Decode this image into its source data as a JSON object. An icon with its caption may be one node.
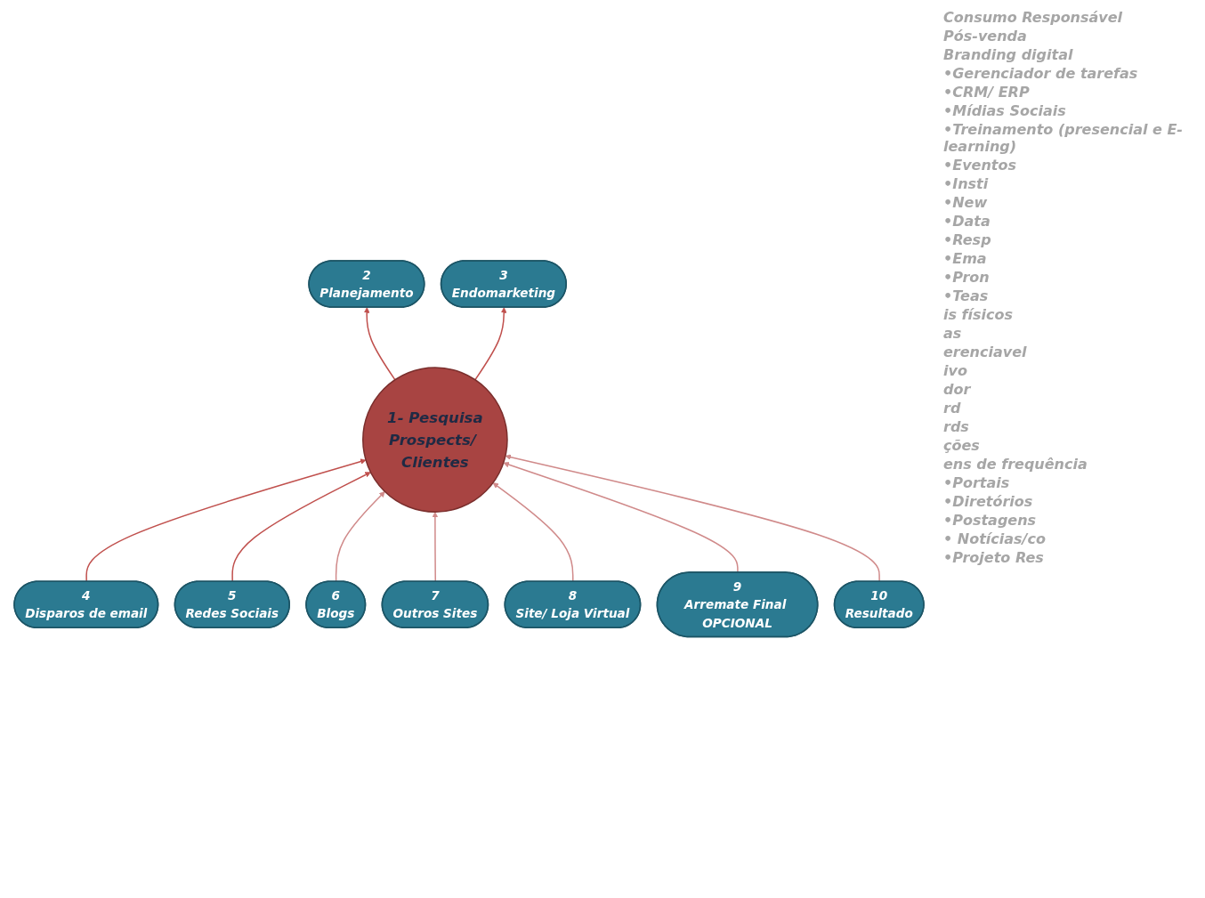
{
  "diagram": {
    "nodes": [
      {
        "text": [
          "1- Pesquisa",
          "Prospects/ Clientes"
        ]
      },
      {
        "text": [
          "2",
          "Planejamento"
        ]
      },
      {
        "text": [
          "3",
          "Endomarketing"
        ]
      },
      {
        "text": [
          "4",
          "Disparos de email"
        ]
      },
      {
        "text": [
          "5",
          "Redes Sociais"
        ]
      },
      {
        "text": [
          "6",
          "Blogs"
        ]
      },
      {
        "text": [
          "7",
          "Outros Sites"
        ]
      },
      {
        "text": [
          "8",
          "Site/ Loja Virtual"
        ]
      },
      {
        "text": [
          "9",
          "Arremate Final OPCIONAL"
        ]
      },
      {
        "text": [
          "10",
          "Resultado"
        ]
      }
    ],
    "edges": [
      {
        "from": 0,
        "to": 1,
        "arrow": "to",
        "color": "#c0504d"
      },
      {
        "from": 0,
        "to": 2,
        "arrow": "to",
        "color": "#c0504d"
      },
      {
        "from": 3,
        "to": 0,
        "arrow": "to",
        "color": "#c0504d"
      },
      {
        "from": 4,
        "to": 0,
        "arrow": "to",
        "color": "#c0504d"
      },
      {
        "from": 5,
        "to": 0,
        "arrow": "to"
      },
      {
        "from": 6,
        "to": 0,
        "arrow": "to"
      },
      {
        "from": 7,
        "to": 0,
        "arrow": "to"
      },
      {
        "from": 8,
        "to": 0,
        "arrow": "to"
      },
      {
        "from": 9,
        "to": 0,
        "arrow": "to"
      }
    ],
    "labels": [
      "Consumo Responsável",
      "Pós-venda",
      "Branding digital",
      "•Gerenciador de tarefas",
      "•CRM/ ERP",
      "•Mídias Sociais",
      "•Treinamento (presencial e E-learning)",
      "•Eventos",
      "•Insti",
      "•New",
      "•Data",
      "•Resp",
      "•Ema",
      "•Pron",
      "•Teas",
      "is físicos",
      "as",
      "erenciavel",
      "ivo",
      "dor",
      "rd",
      "rds",
      "ções",
      "ens de frequência",
      "•Portais",
      "•Diretórios",
      "•Postagens",
      "• Notícias/co",
      "•Projeto Res"
    ]
  }
}
